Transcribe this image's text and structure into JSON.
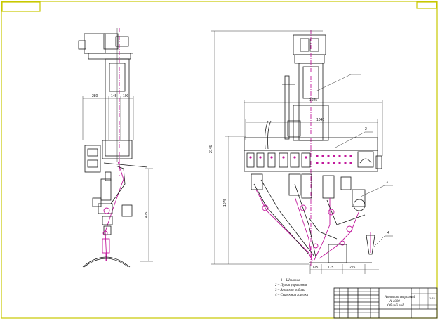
{
  "dims": {
    "d280": "280",
    "d145": "145",
    "d100": "100",
    "d475": "475",
    "d2145": "2145",
    "d1075": "1075",
    "d1925": "1925",
    "d1040": "1040",
    "d125": "125",
    "d175": "175",
    "d225": "225"
  },
  "callouts": {
    "c1": "1",
    "c2": "2",
    "c3": "3",
    "c4": "4"
  },
  "legend": [
    "1 – Штатив",
    "2 – Пульт управления",
    "3 – Аппарат подачи",
    "4 – Сварочная горелка"
  ],
  "title_block": {
    "title_1": "Автомат сварочный",
    "title_2": "А-1000",
    "title_3": "Общий вид",
    "scale": "1:15"
  }
}
